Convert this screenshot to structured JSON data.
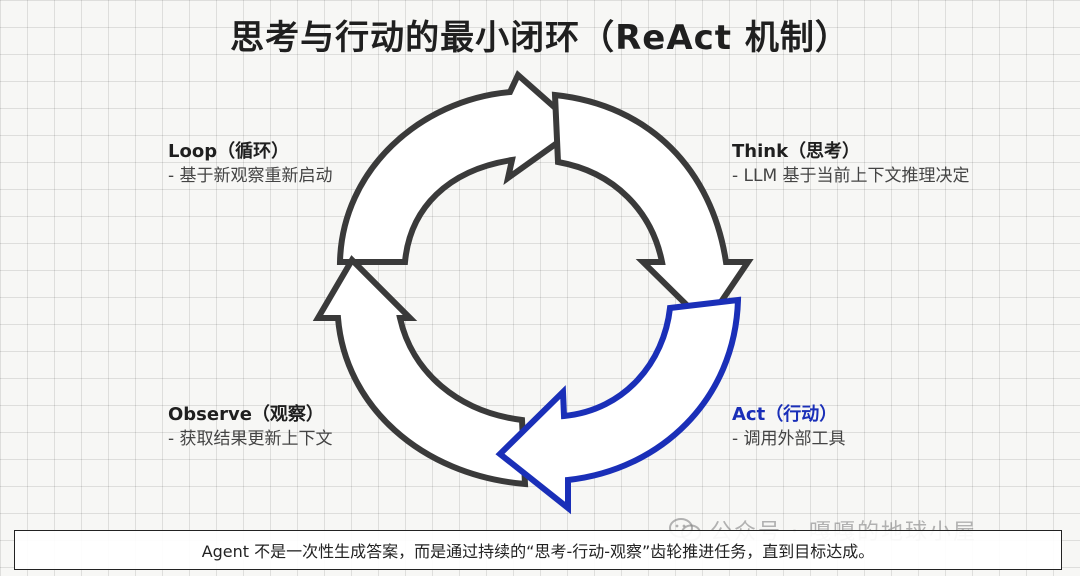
{
  "title": "思考与行动的最小闭环（ReAct 机制）",
  "nodes": {
    "think": {
      "name": "Think（思考）",
      "desc": "- LLM 基于当前上下文推理决定"
    },
    "act": {
      "name": "Act（行动）",
      "desc": "- 调用外部工具"
    },
    "observe": {
      "name": "Observe（观察）",
      "desc": "- 获取结果更新上下文"
    },
    "loop": {
      "name": "Loop（循环）",
      "desc": "- 基于新观察重新启动"
    }
  },
  "caption": "Agent 不是一次性生成答案，而是通过持续的“思考-行动-观察”齿轮推进任务，直到目标达成。",
  "watermark": "公众号 · 嘎嘎的地球小屋",
  "colors": {
    "arrow_gray": "#3a3a3a",
    "arrow_blue": "#1a2fb8",
    "arrow_fill": "#ffffff"
  }
}
